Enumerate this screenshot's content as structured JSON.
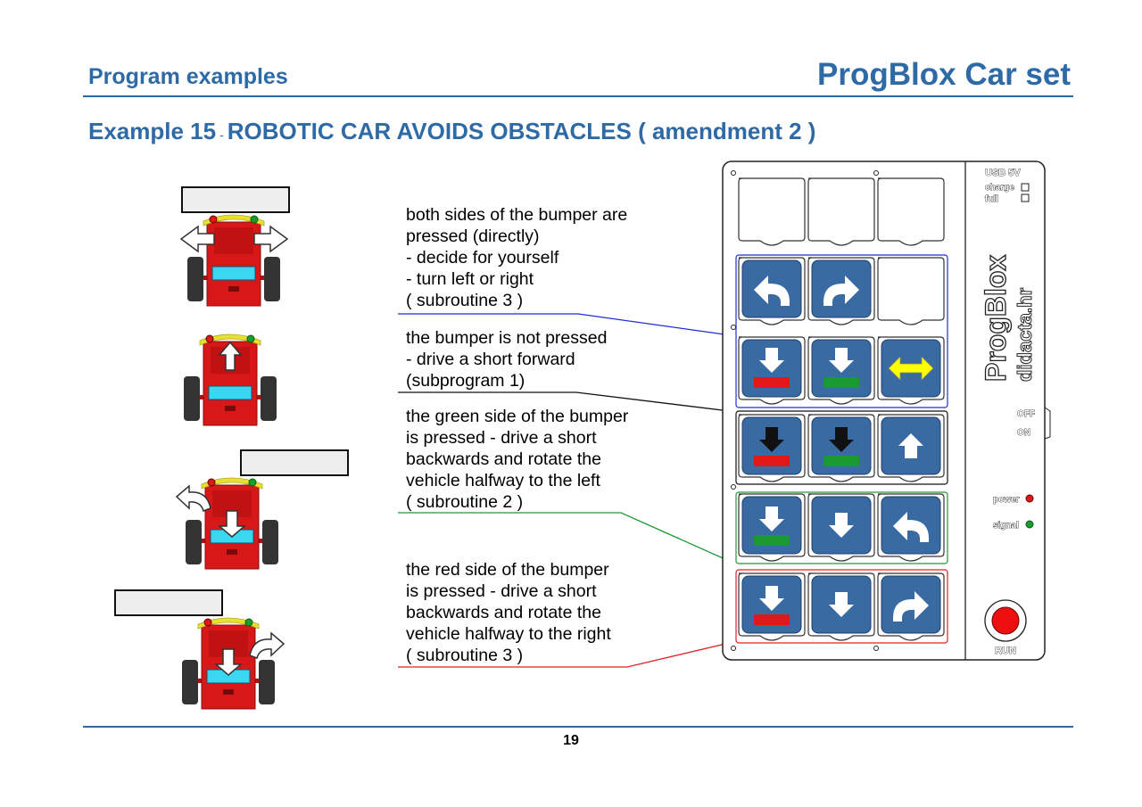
{
  "header": {
    "section": "Program examples",
    "product": "ProgBlox Car set"
  },
  "example": {
    "number": "Example 15",
    "separator": "-",
    "title": "ROBOTIC CAR AVOIDS OBSTACLES ( amendment 2 )"
  },
  "descriptions": [
    {
      "text": "both sides of the bumper are\npressed (directly)\n- decide for yourself\n- turn left or right\n( subroutine 3 )",
      "line_color": "#1f2fd4"
    },
    {
      "text": "the bumper is not pressed\n- drive a short forward\n  (subprogram 1)",
      "line_color": "#111111"
    },
    {
      "text": "the green side of the bumper\nis pressed - drive a short\nbackwards and rotate the\nvehicle halfway to the left\n( subroutine 2 )",
      "line_color": "#1e9a35"
    },
    {
      "text": "the red side of the bumper\nis pressed - drive a short\nbackwards and rotate the\nvehicle halfway to the right\n( subroutine 3 )",
      "line_color": "#e02020"
    }
  ],
  "board": {
    "usb_label": "USB 5V",
    "charge_label": "charge",
    "full_label": "full",
    "brand": "ProgBlox",
    "website": "didacta.hr",
    "off_label": "OFF",
    "on_label": "ON",
    "power_label": "power",
    "signal_label": "signal",
    "run_label": "RUN"
  },
  "page_number": "19",
  "colors": {
    "accent": "#2e6aa6",
    "tile_blue": "#3a6aa2",
    "car_red": "#d81818",
    "bumper_yellow": "#e8e030",
    "led_red": "#e01818",
    "led_green": "#1a9a30",
    "arrow_yellow": "#ffff00"
  }
}
